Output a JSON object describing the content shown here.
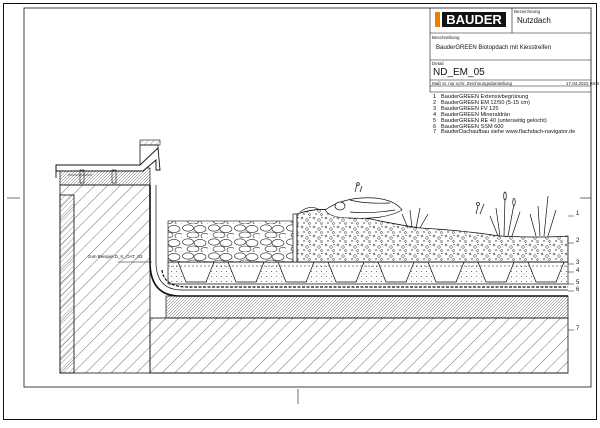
{
  "titleblock": {
    "company": "BAUDER",
    "label_designation": "Bezeichnung",
    "designation": "Nutzdach",
    "label_description": "Beschreibung",
    "description": "BauderGREEN Biotopdach mit Kiesstreifen",
    "label_detail": "Detail",
    "detail_code": "ND_EM_05",
    "label_scale": "Maß st. nur schr. Zeichnungsdarstellung",
    "date": "17.04.2023 Bmb"
  },
  "legend": [
    {
      "num": "1",
      "text": "BauderGREEN Extensivbegrünung"
    },
    {
      "num": "2",
      "text": "BauderGREEN EM 12/50 (5-15 cm)"
    },
    {
      "num": "3",
      "text": "BauderGREEN FV 125"
    },
    {
      "num": "4",
      "text": "BauderGREEN Mineraldrän"
    },
    {
      "num": "5",
      "text": "BauderGREEN RE 40 (unterseitig gelocht)"
    },
    {
      "num": "6",
      "text": "BauderGREEN SSM 600"
    },
    {
      "num": "7",
      "text": "BauderDachaufbau siehe www.flachdach-navigator.de"
    }
  ],
  "drawing": {
    "reference_note": "zum Beispiel D_K_OAT_03",
    "callouts": [
      "1",
      "2",
      "3",
      "4",
      "5",
      "6",
      "7"
    ]
  },
  "colors": {
    "logo_orange": "#ee7d00",
    "ink": "#111111"
  }
}
